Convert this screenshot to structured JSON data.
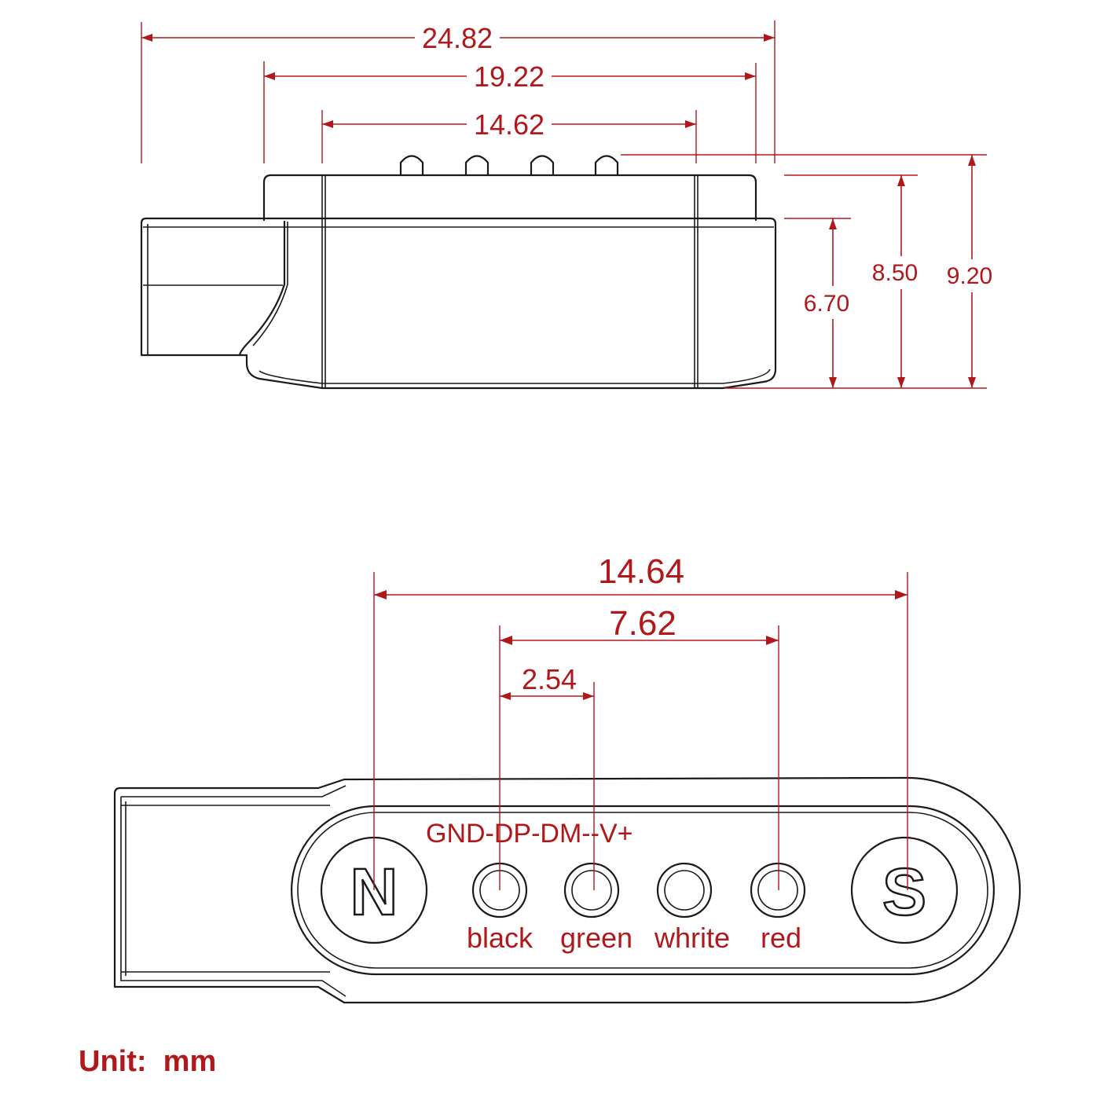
{
  "side_view": {
    "overall_length": "24.82",
    "body_length": "19.22",
    "inner_length": "14.62",
    "height_body": "6.70",
    "height_top": "8.50",
    "height_pins": "9.20"
  },
  "face_view": {
    "pole_span": "14.64",
    "pin_span": "7.62",
    "pin_pitch": "2.54",
    "pin_function_label": "GND-DP-DM--V+",
    "pole_left": "N",
    "pole_right": "S",
    "wire_colors": [
      "black",
      "green",
      "whrite",
      "red"
    ]
  },
  "unit": {
    "label": "Unit:",
    "value": "mm"
  },
  "colors": {
    "dimension": "#b0181c",
    "outline": "#1a1a1a",
    "background": "#ffffff"
  }
}
